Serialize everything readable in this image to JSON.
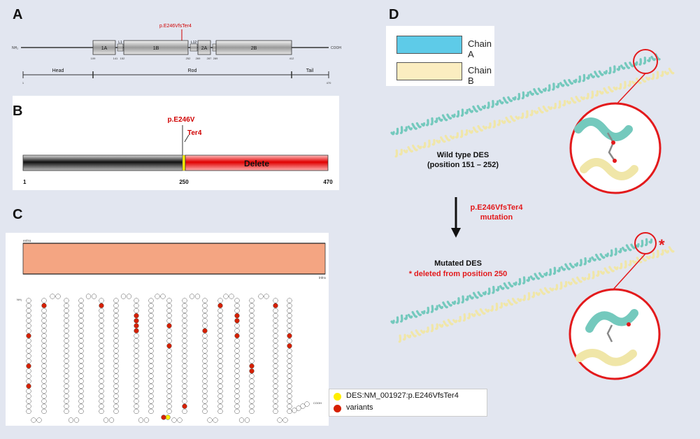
{
  "panels": {
    "a": {
      "label": "A",
      "mutation": "p.E246VfsTer4",
      "nh2": "NH₂",
      "cooh": "COOH",
      "segments": [
        "1A",
        "L1",
        "1B",
        "L12",
        "2A",
        "2B"
      ],
      "segment_nums": [
        "109",
        "141",
        "152",
        "252",
        "269",
        "287",
        "289",
        "412"
      ],
      "regions": [
        "Head",
        "Rod",
        "Tail"
      ],
      "end_num": "470",
      "start_num": "1"
    },
    "b": {
      "label": "B",
      "mutation": "p.E246V",
      "ter": "Ter4",
      "deleted": "Delete",
      "ticks": [
        "1",
        "250",
        "470"
      ]
    },
    "c": {
      "label": "C",
      "extra": "extra",
      "intra": "intra",
      "nterm": "NH₂",
      "cterm": "COOH",
      "legend": [
        "DES:NM_001927:p.E246VfsTer4",
        "variants"
      ],
      "colors": {
        "membrane": "#f4a582",
        "variant": "#d62000",
        "mutation": "#ffee00"
      }
    },
    "d": {
      "label": "D",
      "legend": [
        "Chain A",
        "Chain B"
      ],
      "colors": {
        "chain_a": "#5ecbe8",
        "chain_b": "#fbedc0",
        "circle": "#e31a1c",
        "helix_a": "#74c9bd",
        "helix_b": "#f0e6a8"
      },
      "wild_title": "Wild type DES",
      "wild_position": "(position 151 – 252)",
      "arrow_label_1": "p.E246VfsTer4",
      "arrow_label_2": "mutation",
      "mutated_title": "Mutated DES",
      "mutated_note": "* deleted from position 250",
      "star": "*"
    }
  }
}
